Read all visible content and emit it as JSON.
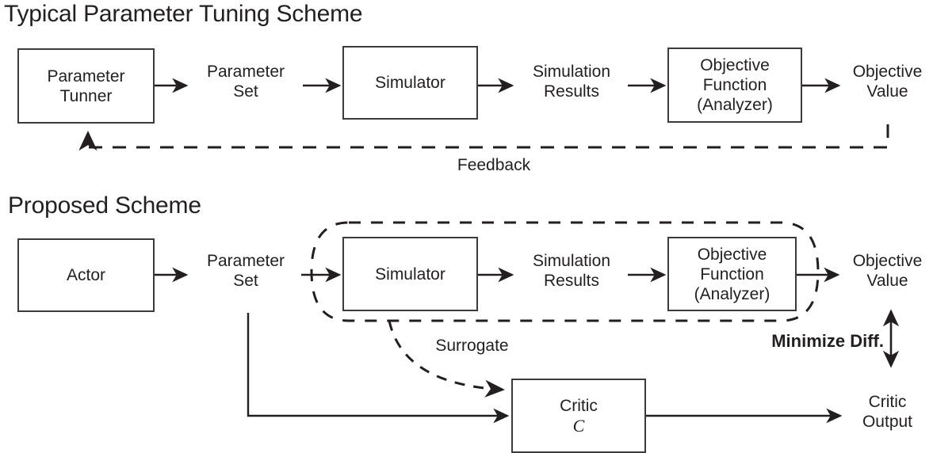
{
  "figure": {
    "background_color": "#ffffff",
    "stroke_color": "#3b3b3b",
    "text_color": "#231f20"
  },
  "sections": [
    {
      "id": "typical",
      "title": "Typical Parameter Tuning Scheme"
    },
    {
      "id": "proposed",
      "title": "Proposed Scheme"
    }
  ],
  "typical_scheme": {
    "title": "Typical Parameter Tuning Scheme",
    "boxes": [
      {
        "id": "parameter-tunner",
        "label": "Parameter\nTunner"
      },
      {
        "id": "simulator",
        "label": "Simulator"
      },
      {
        "id": "objective-function",
        "label": "Objective\nFunction\n(Analyzer)"
      }
    ],
    "edge_labels": [
      {
        "id": "parameter-set",
        "label": "Parameter\nSet"
      },
      {
        "id": "simulation-results",
        "label": "Simulation\nResults"
      },
      {
        "id": "objective-value",
        "label": "Objective\nValue"
      },
      {
        "id": "feedback",
        "label": "Feedback"
      }
    ]
  },
  "proposed_scheme": {
    "title": "Proposed Scheme",
    "boxes": [
      {
        "id": "actor",
        "label": "Actor"
      },
      {
        "id": "simulator",
        "label": "Simulator"
      },
      {
        "id": "objective-function",
        "label": "Objective\nFunction\n(Analyzer)"
      },
      {
        "id": "critic",
        "label": "Critic",
        "symbol": "C"
      }
    ],
    "edge_labels": [
      {
        "id": "parameter-set",
        "label": "Parameter\nSet"
      },
      {
        "id": "simulation-results",
        "label": "Simulation\nResults"
      },
      {
        "id": "objective-value",
        "label": "Objective\nValue"
      },
      {
        "id": "surrogate",
        "label": "Surrogate"
      },
      {
        "id": "minimize-diff",
        "label": "Minimize Diff."
      },
      {
        "id": "critic-output",
        "label": "Critic\nOutput"
      }
    ],
    "groups": [
      {
        "id": "surrogate-enclosure",
        "style": "dashed-rounded"
      }
    ]
  }
}
